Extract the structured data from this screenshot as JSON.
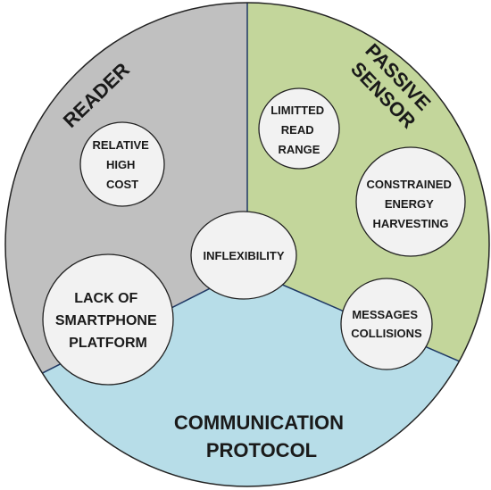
{
  "colors": {
    "reader": "#c0c0c0",
    "passive_sensor": "#c3d69b",
    "communication_protocol": "#b7dde8",
    "divider": "#1f3864",
    "outline": "#222222",
    "bubble_fill": "#f2f2f2"
  },
  "sectors": {
    "reader": "READER",
    "passive_sensor": [
      "PASSIVE",
      "SENSOR"
    ],
    "communication_protocol": [
      "COMMUNICATION",
      "PROTOCOL"
    ]
  },
  "bubbles": {
    "relative_high_cost": [
      "RELATIVE",
      "HIGH",
      "COST"
    ],
    "limitted_read_range": [
      "LIMITTED",
      "READ",
      "RANGE"
    ],
    "constrained_energy_harvesting": [
      "CONSTRAINED",
      "ENERGY",
      "HARVESTING"
    ],
    "inflexibility": [
      "INFLEXIBILITY"
    ],
    "lack_of_smartphone_platform": [
      "LACK OF",
      "SMARTPHONE",
      "PLATFORM"
    ],
    "messages_collisions": [
      "MESSAGES",
      "COLLISIONS"
    ]
  }
}
